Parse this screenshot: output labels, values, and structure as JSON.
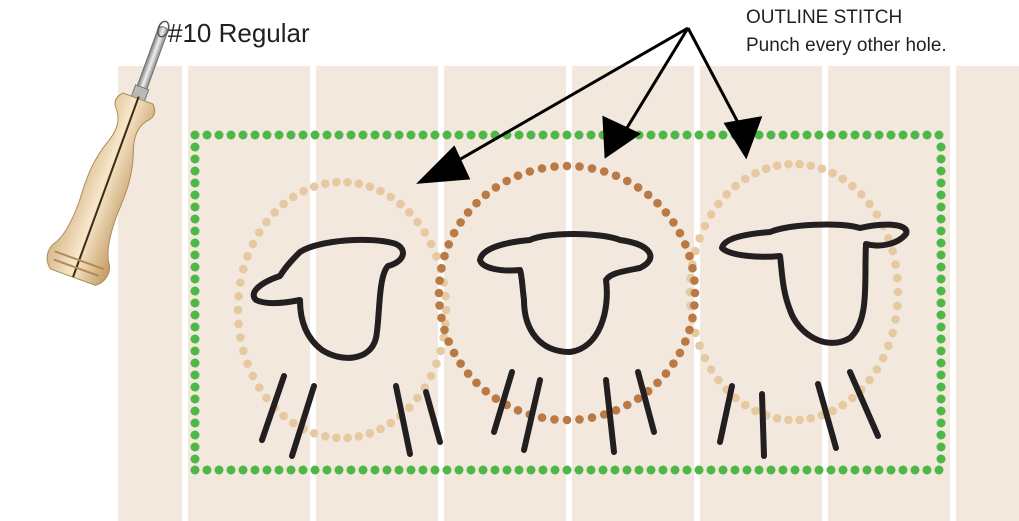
{
  "needle": {
    "label": "#10 Regular"
  },
  "callout": {
    "title": "OUTLINE STITCH",
    "instruction": "Punch every other hole."
  },
  "colors": {
    "fabric": "#f3e8dd",
    "border_dots": "#4db848",
    "light_circle_dots": "#e6c9a1",
    "dark_circle_dots": "#b97a45",
    "sheep_outline": "#231f20",
    "arrow": "#000000"
  },
  "icons": [
    "punch-needle-icon",
    "sheep-icon"
  ]
}
